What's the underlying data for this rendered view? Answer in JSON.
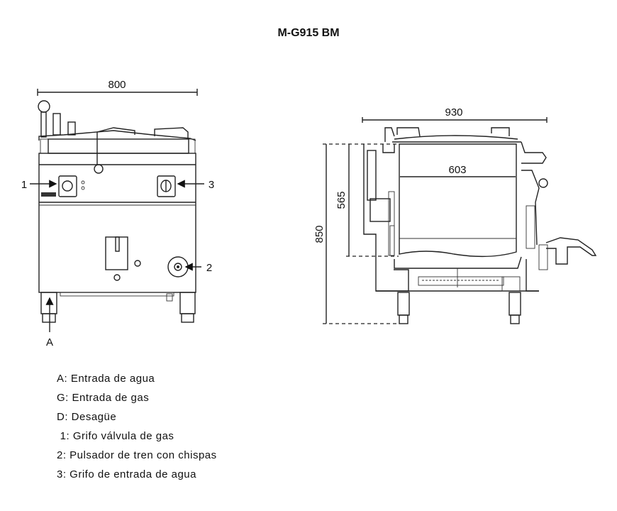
{
  "title": "M-G915 BM",
  "front_view": {
    "width_dim": "800",
    "callouts": {
      "c1": "1",
      "c2": "2",
      "c3": "3",
      "cA": "A"
    }
  },
  "side_view": {
    "depth_dim": "930",
    "kettle_dim": "603",
    "height_dim": "850",
    "kettle_height_dim": "565"
  },
  "legend": [
    "A: Entrada de agua",
    "G: Entrada de gas",
    "D: Desagüe",
    " 1: Grifo válvula de gas",
    "2: Pulsador de tren con chispas",
    "3: Grifo de entrada de agua"
  ]
}
